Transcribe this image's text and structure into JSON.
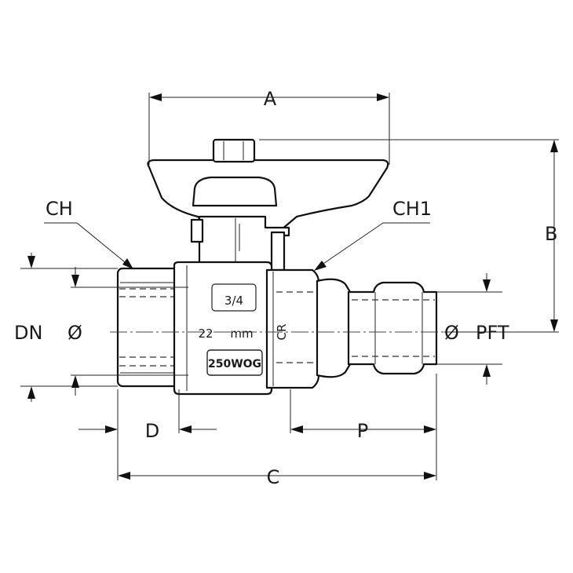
{
  "dimensions": {
    "a": "A",
    "b": "B",
    "c": "C",
    "d": "D",
    "p": "P",
    "ch": "CH",
    "ch1": "CH1",
    "dn": "DN",
    "dn_diameter": "Ø",
    "pft_diameter": "Ø",
    "pft": "PFT"
  },
  "body_markings": {
    "size": "3/4",
    "pipe": "22",
    "pipe_unit": "mm",
    "brand": "CR",
    "pressure": "250WOG"
  },
  "colors": {
    "line": "#111111",
    "background": "#ffffff"
  }
}
